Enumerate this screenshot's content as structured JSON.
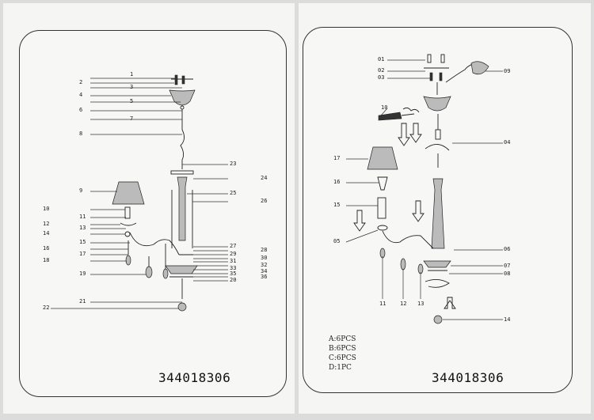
{
  "left_page": {
    "model_code": "344018306",
    "labels": [
      "1",
      "2",
      "3",
      "4",
      "5",
      "6",
      "7",
      "8",
      "9",
      "10",
      "11",
      "12",
      "13",
      "14",
      "15",
      "16",
      "17",
      "18",
      "19",
      "20",
      "21",
      "22",
      "23",
      "24",
      "25",
      "26",
      "27",
      "28",
      "29",
      "30",
      "31",
      "32",
      "33",
      "34",
      "35",
      "36"
    ]
  },
  "right_page": {
    "model_code": "344018306",
    "labels": [
      "01",
      "02",
      "03",
      "04",
      "05",
      "06",
      "07",
      "08",
      "09",
      "10",
      "11",
      "12",
      "13",
      "14",
      "15",
      "16",
      "17"
    ],
    "quantities": [
      "A:6PCS",
      "B:6PCS",
      "C:6PCS",
      "D:1PC"
    ]
  }
}
